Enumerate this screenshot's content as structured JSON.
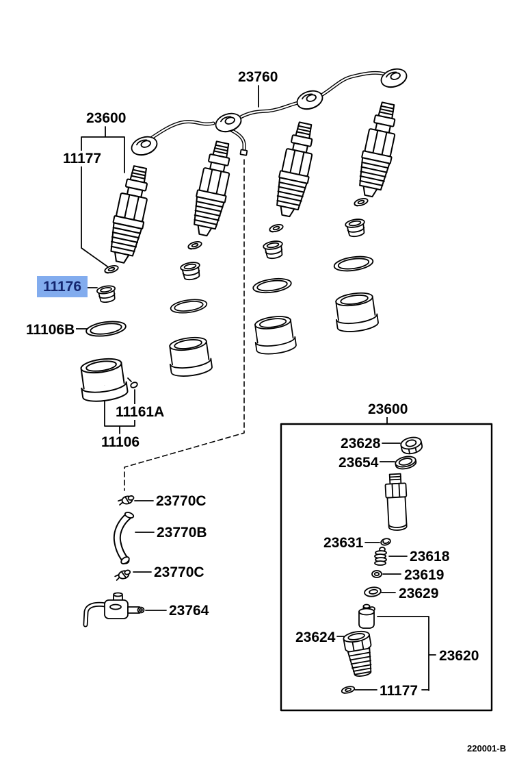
{
  "colors": {
    "background": "#ffffff",
    "line": "#000000",
    "highlight_bg": "#82ACEE",
    "highlight_text": "#14266F"
  },
  "callouts": [
    {
      "text": "23760",
      "highlighted": false
    },
    {
      "text": "23600",
      "highlighted": false
    },
    {
      "text": "11177",
      "highlighted": false
    },
    {
      "text": "11176",
      "highlighted": true
    },
    {
      "text": "11106B",
      "highlighted": false
    },
    {
      "text": "11161A",
      "highlighted": false
    },
    {
      "text": "11106",
      "highlighted": false
    },
    {
      "text": "23770C",
      "highlighted": false
    },
    {
      "text": "23770B",
      "highlighted": false
    },
    {
      "text": "23770C",
      "highlighted": false
    },
    {
      "text": "23764",
      "highlighted": false
    },
    {
      "text": "23600",
      "highlighted": false
    },
    {
      "text": "23628",
      "highlighted": false
    },
    {
      "text": "23654",
      "highlighted": false
    },
    {
      "text": "23631",
      "highlighted": false
    },
    {
      "text": "23618",
      "highlighted": false
    },
    {
      "text": "23619",
      "highlighted": false
    },
    {
      "text": "23629",
      "highlighted": false
    },
    {
      "text": "23624",
      "highlighted": false
    },
    {
      "text": "23620",
      "highlighted": false
    },
    {
      "text": "11177",
      "highlighted": false
    }
  ],
  "footer": {
    "doc_code": "220001-B"
  }
}
